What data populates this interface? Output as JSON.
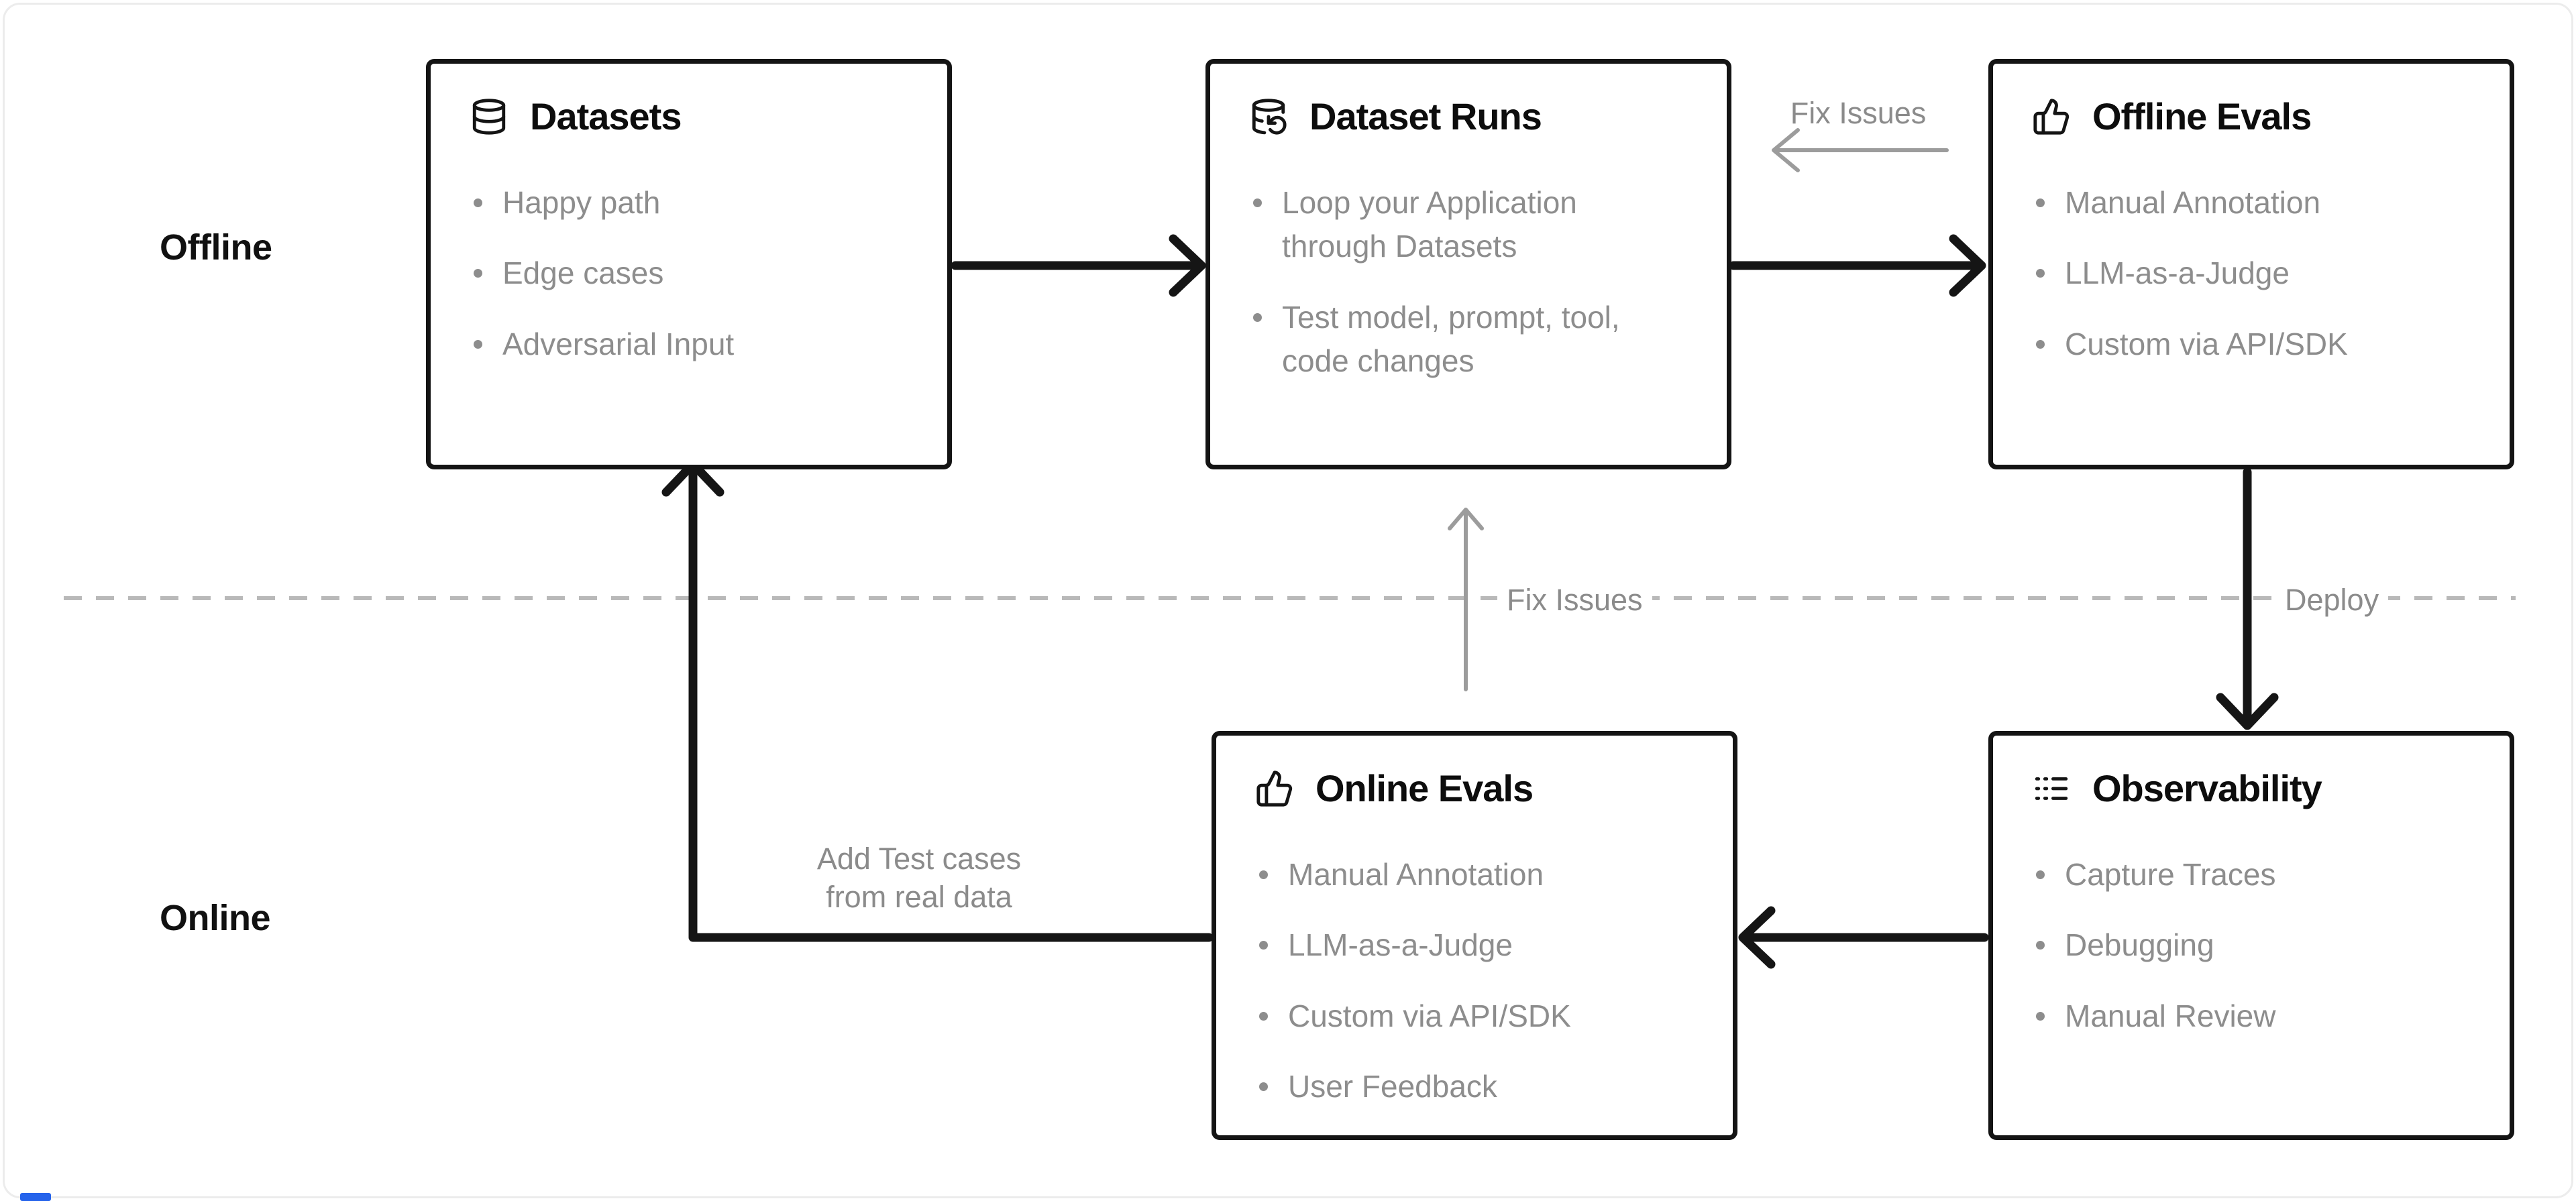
{
  "sections": {
    "offline_label": "Offline",
    "online_label": "Online"
  },
  "boxes": [
    {
      "id": "datasets",
      "icon": "database-icon",
      "title": "Datasets",
      "items": [
        "Happy path",
        "Edge cases",
        "Adversarial Input"
      ]
    },
    {
      "id": "dataset-runs",
      "icon": "database-refresh-icon",
      "title": "Dataset Runs",
      "items": [
        "Loop your Application\nthrough Datasets",
        "Test model, prompt, tool,\ncode changes"
      ]
    },
    {
      "id": "offline-evals",
      "icon": "thumbs-up-icon",
      "title": "Offline Evals",
      "items": [
        "Manual Annotation",
        "LLM-as-a-Judge",
        "Custom via API/SDK"
      ]
    },
    {
      "id": "online-evals",
      "icon": "thumbs-up-icon",
      "title": "Online Evals",
      "items": [
        "Manual Annotation",
        "LLM-as-a-Judge",
        "Custom via API/SDK",
        "User Feedback"
      ]
    },
    {
      "id": "observability",
      "icon": "logs-icon",
      "title": "Observability",
      "items": [
        "Capture Traces",
        "Debugging",
        "Manual Review"
      ]
    }
  ],
  "labels": {
    "fix_issues_top": "Fix Issues",
    "fix_issues_divider": "Fix Issues",
    "deploy": "Deploy",
    "add_test_cases": "Add Test cases\nfrom real data"
  },
  "colors": {
    "box_border": "#141414",
    "arrow_black": "#151515",
    "arrow_gray": "#9c9c9c",
    "divider_dash": "#b9b9b9",
    "muted_text": "#8b8b8b",
    "artifact_blue": "#2563eb"
  }
}
